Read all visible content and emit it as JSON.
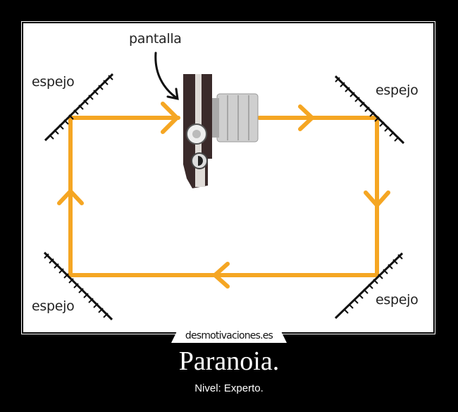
{
  "poster": {
    "title": "Paranoia.",
    "subtitle": "Nivel: Experto.",
    "watermark": "desmotivaciones.es"
  },
  "diagram": {
    "camera_label": "pantalla",
    "mirror_labels": {
      "top_left": "espejo",
      "top_right": "espejo",
      "bottom_left": "espejo",
      "bottom_right": "espejo"
    },
    "colors": {
      "beam": "#F5A623",
      "mirror": "#111111",
      "background": "#FFFFFF",
      "camera_body": "#3a2a2a",
      "camera_lens": "#c8c8c8"
    }
  }
}
